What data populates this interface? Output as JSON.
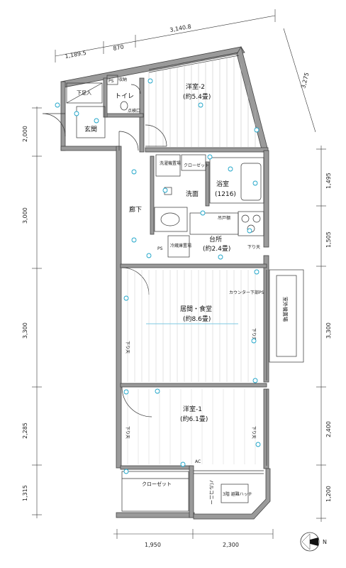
{
  "dimensions": {
    "top_total": "3,140.8",
    "top_left": "1,189.5",
    "top_mid": "870",
    "left_entry": "2,000",
    "left_hall": "3,000",
    "left_living": "3,300",
    "left_bed1": "2,285",
    "left_closet": "1,315",
    "right_top": "3,275",
    "right_bath": "1,495",
    "right_kitchen": "1,505",
    "right_living": "3,300",
    "right_bed1": "2,400",
    "right_balcony": "1,200",
    "bottom_left": "1,950",
    "bottom_right": "2,300"
  },
  "rooms": {
    "bedroom2": "洋室-2",
    "bedroom2_size": "(約5.4畳)",
    "toilet": "トイレ",
    "entrance": "玄関",
    "shoe_box": "下足入",
    "storage": "収納",
    "hallway": "廊下",
    "washroom": "洗面",
    "bath": "浴室",
    "bath_size": "(1216)",
    "kitchen": "台所",
    "kitchen_size": "(約2.4畳)",
    "living": "居間・食堂",
    "living_size": "(約8.6畳)",
    "bedroom1": "洋室-1",
    "bedroom1_size": "(約6.1畳)",
    "closet_top": "クローゼット",
    "closet_bottom": "クローゼット",
    "balcony": "バルコニー",
    "outdoor_unit": "室外機置場",
    "washer_space": "洗濯機置場",
    "fridge_space": "冷蔵庫置場",
    "hatch": "3階 避難ハッチ"
  },
  "notes": {
    "ps": "PS",
    "check_port": "点検口",
    "hanging_shelf": "吊戸棚",
    "down_ceiling": "下り天",
    "counter_ps": "カウンター下部PS",
    "ac": "AC",
    "north": "N"
  },
  "north_indicator": "compass-north-right"
}
